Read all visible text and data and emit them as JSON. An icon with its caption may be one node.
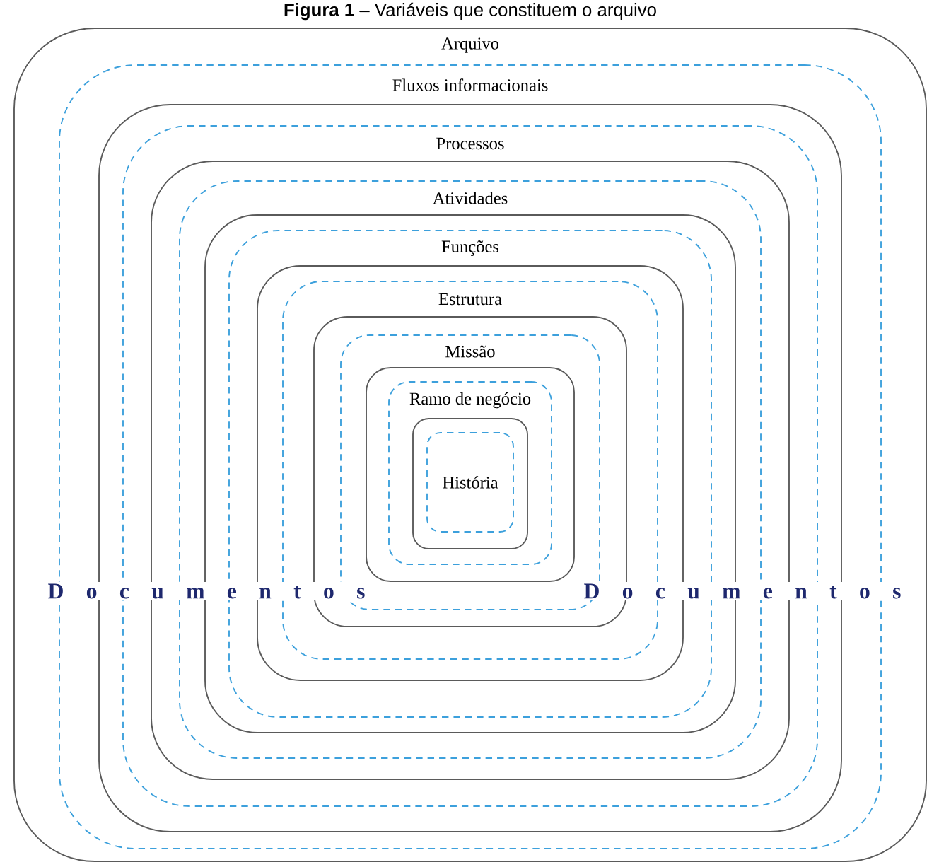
{
  "diagram": {
    "title": "**Figura 1** – Variáveis que constituem o arquivo",
    "nodes": [
      {
        "text": [
          "Arquivo"
        ]
      },
      {
        "text": [
          "Fluxos informacionais"
        ],
        "in": 0
      },
      {
        "text": [
          "Processos"
        ],
        "in": 1
      },
      {
        "text": [
          "Atividades"
        ],
        "in": 2
      },
      {
        "text": [
          "Funções"
        ],
        "in": 3
      },
      {
        "text": [
          "Estrutura"
        ],
        "in": 4
      },
      {
        "text": [
          "Missão"
        ],
        "in": 5
      },
      {
        "text": [
          "Ramo de negócio"
        ],
        "in": 6
      },
      {
        "text": [
          "História"
        ],
        "in": 7
      }
    ],
    "labels": [
      "D o c u m e n t o s",
      "D o c u m e n t o s"
    ]
  }
}
